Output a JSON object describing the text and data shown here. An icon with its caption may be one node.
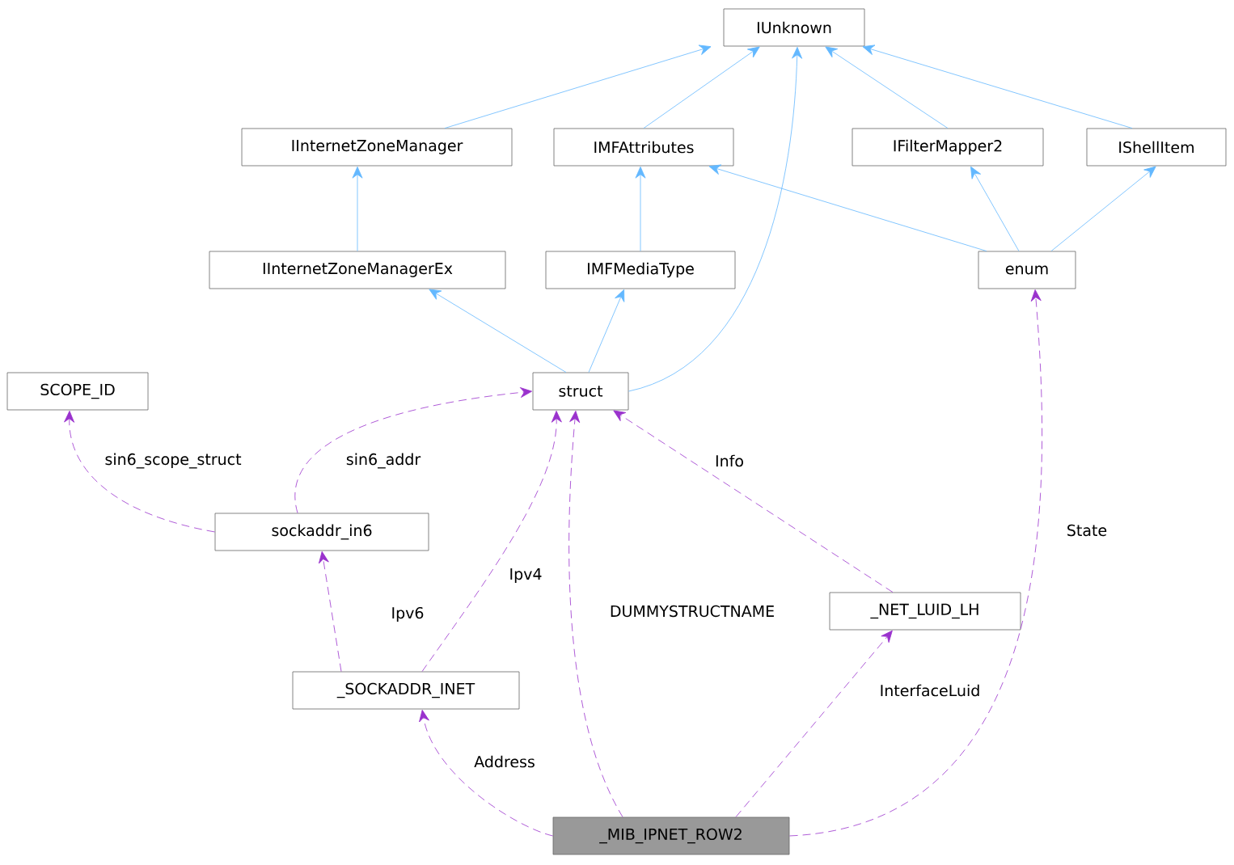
{
  "diagram": {
    "nodes": [
      {
        "text": [
          "IUnknown"
        ]
      },
      {
        "text": [
          "IInternetZoneManager"
        ]
      },
      {
        "text": [
          "IMFAttributes"
        ]
      },
      {
        "text": [
          "IFilterMapper2"
        ]
      },
      {
        "text": [
          "IShellItem"
        ]
      },
      {
        "text": [
          "IInternetZoneManagerEx"
        ]
      },
      {
        "text": [
          "IMFMediaType"
        ]
      },
      {
        "text": [
          "enum"
        ]
      },
      {
        "text": [
          "SCOPE_ID"
        ]
      },
      {
        "text": [
          "struct"
        ]
      },
      {
        "text": [
          "sockaddr_in6"
        ]
      },
      {
        "text": [
          "_NET_LUID_LH"
        ]
      },
      {
        "text": [
          "_SOCKADDR_INET"
        ]
      },
      {
        "text": [
          "_MIB_IPNET_ROW2"
        ]
      }
    ],
    "edges": [
      {
        "from": 1,
        "to": 0,
        "arrow": "to"
      },
      {
        "from": 2,
        "to": 0,
        "arrow": "to"
      },
      {
        "from": 3,
        "to": 0,
        "arrow": "to"
      },
      {
        "from": 4,
        "to": 0,
        "arrow": "to"
      },
      {
        "from": 9,
        "to": 0,
        "arrow": "to"
      },
      {
        "from": 5,
        "to": 1,
        "arrow": "to"
      },
      {
        "from": 6,
        "to": 2,
        "arrow": "to"
      },
      {
        "from": 7,
        "to": 2,
        "arrow": "to"
      },
      {
        "from": 7,
        "to": 3,
        "arrow": "to"
      },
      {
        "from": 7,
        "to": 4,
        "arrow": "to"
      },
      {
        "from": 9,
        "to": 5,
        "arrow": "to"
      },
      {
        "from": 9,
        "to": 6,
        "arrow": "to"
      },
      {
        "from": 10,
        "to": 8,
        "arrow": "to",
        "label": "sin6_scope_struct",
        "style": "dashed",
        "color": "#9a32cd"
      },
      {
        "from": 10,
        "to": 9,
        "arrow": "to",
        "label": "sin6_addr",
        "style": "dashed",
        "color": "#9a32cd"
      },
      {
        "from": 12,
        "to": 10,
        "arrow": "to",
        "label": "Ipv6",
        "style": "dashed",
        "color": "#9a32cd"
      },
      {
        "from": 12,
        "to": 9,
        "arrow": "to",
        "label": "Ipv4",
        "style": "dashed",
        "color": "#9a32cd"
      },
      {
        "from": 11,
        "to": 9,
        "arrow": "to",
        "label": "Info",
        "style": "dashed",
        "color": "#9a32cd"
      },
      {
        "from": 13,
        "to": 9,
        "arrow": "to",
        "label": "DUMMYSTRUCTNAME",
        "style": "dashed",
        "color": "#9a32cd"
      },
      {
        "from": 13,
        "to": 12,
        "arrow": "to",
        "label": "Address",
        "style": "dashed",
        "color": "#9a32cd"
      },
      {
        "from": 13,
        "to": 11,
        "arrow": "to",
        "label": "InterfaceLuid",
        "style": "dashed",
        "color": "#9a32cd"
      },
      {
        "from": 13,
        "to": 7,
        "arrow": "to",
        "label": "State",
        "style": "dashed",
        "color": "#9a32cd"
      }
    ]
  }
}
